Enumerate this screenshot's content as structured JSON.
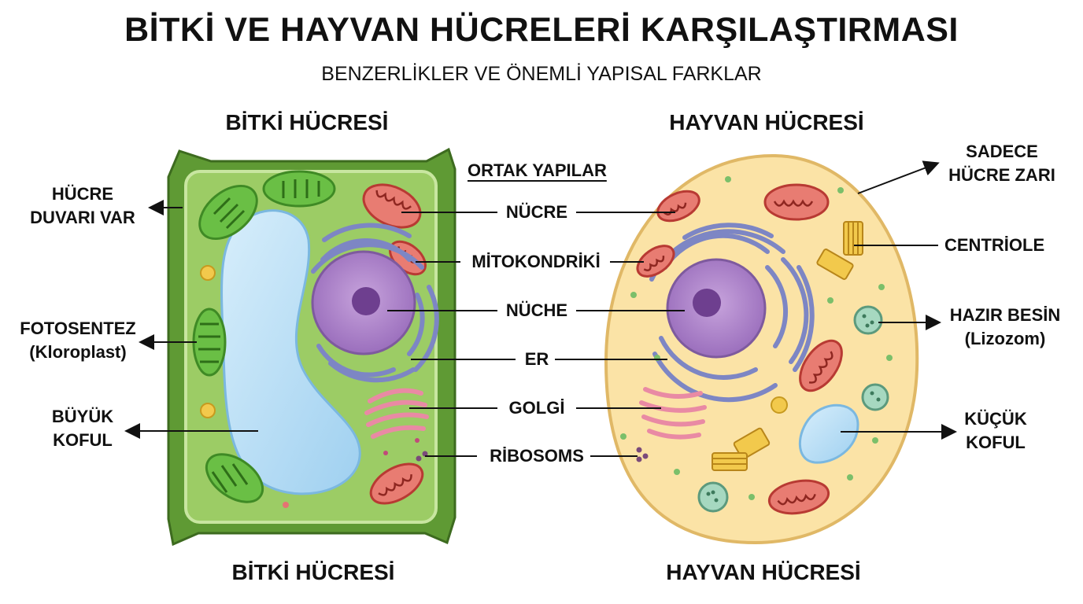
{
  "title": "BİTKİ VE HAYVAN HÜCRELERİ KARŞILAŞTIRMASI",
  "subtitle": "BENZERLİKLER VE ÖNEMLİ YAPISAL FARKLAR",
  "plant_cell": {
    "title_top": "BİTKİ HÜCRESİ",
    "title_bottom": "BİTKİ HÜCRESİ",
    "labels": {
      "cell_wall": [
        "HÜCRE",
        "DUVARI VAR"
      ],
      "photosynthesis": [
        "FOTOSENTEZ",
        "(Kloroplast)"
      ],
      "large_vacuole": [
        "BÜYÜK",
        "KOFUL"
      ]
    }
  },
  "animal_cell": {
    "title_top": "HAYVAN HÜCRESİ",
    "title_bottom": "HAYVAN HÜCRESİ",
    "labels": {
      "membrane_only": [
        "SADECE",
        "HÜCRE ZARI"
      ],
      "centriole": "CENTRİOLE",
      "lysosome": [
        "HAZIR BESİN",
        "(Lizozom)"
      ],
      "small_vacuole": [
        "KÜÇÜK",
        "KOFUL"
      ]
    }
  },
  "common_structures": {
    "heading": "ORTAK YAPILAR",
    "items": [
      "NÜCRE",
      "MİTOKONDRİKİ",
      "NÜCHE",
      "ER",
      "GOLGİ",
      "RİBOSOMS"
    ]
  },
  "colors": {
    "plant_wall": "#5f9a34",
    "plant_cytoplasm": "#9ccc65",
    "vacuole": "#b3dcf5",
    "animal_cytoplasm": "#fbe3a6",
    "animal_membrane": "#e0b866",
    "nucleus": "#a77bc4",
    "er": "#7d86c4",
    "mitochondria": "#d9534f",
    "golgi": "#e98aa4",
    "chloroplast": "#6abf45"
  }
}
